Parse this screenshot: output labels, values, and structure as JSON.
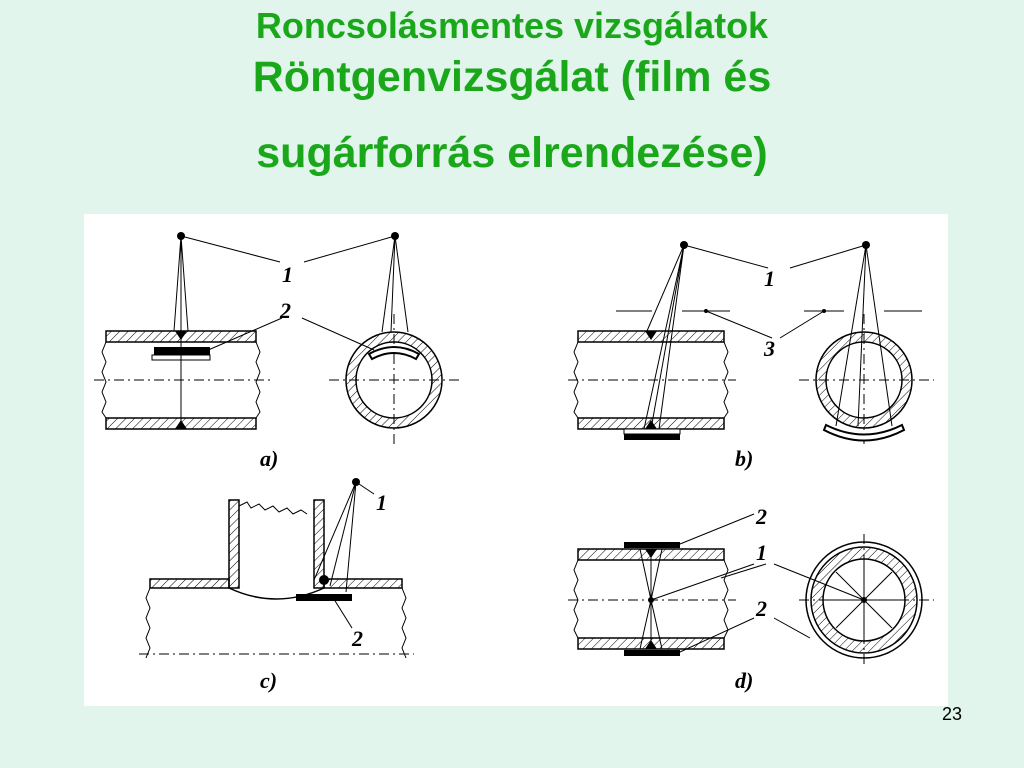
{
  "slide": {
    "title_line1": "Roncsolásmentes vizsgálatok",
    "title_line2": "Röntgenvizsgálat (film és",
    "title_line3": "sugárforrás elrendezése)",
    "page_number": "23"
  },
  "figure": {
    "panels": {
      "a": {
        "caption": "a)",
        "labels": [
          "1",
          "2"
        ]
      },
      "b": {
        "caption": "b)",
        "labels": [
          "1",
          "3"
        ]
      },
      "c": {
        "caption": "c)",
        "labels": [
          "1",
          "2"
        ]
      },
      "d": {
        "caption": "d)",
        "labels": [
          "2",
          "1",
          "2"
        ]
      }
    }
  },
  "colors": {
    "background": "#e1f5ec",
    "title": "#1aa81a",
    "figure_bg": "#ffffff"
  }
}
